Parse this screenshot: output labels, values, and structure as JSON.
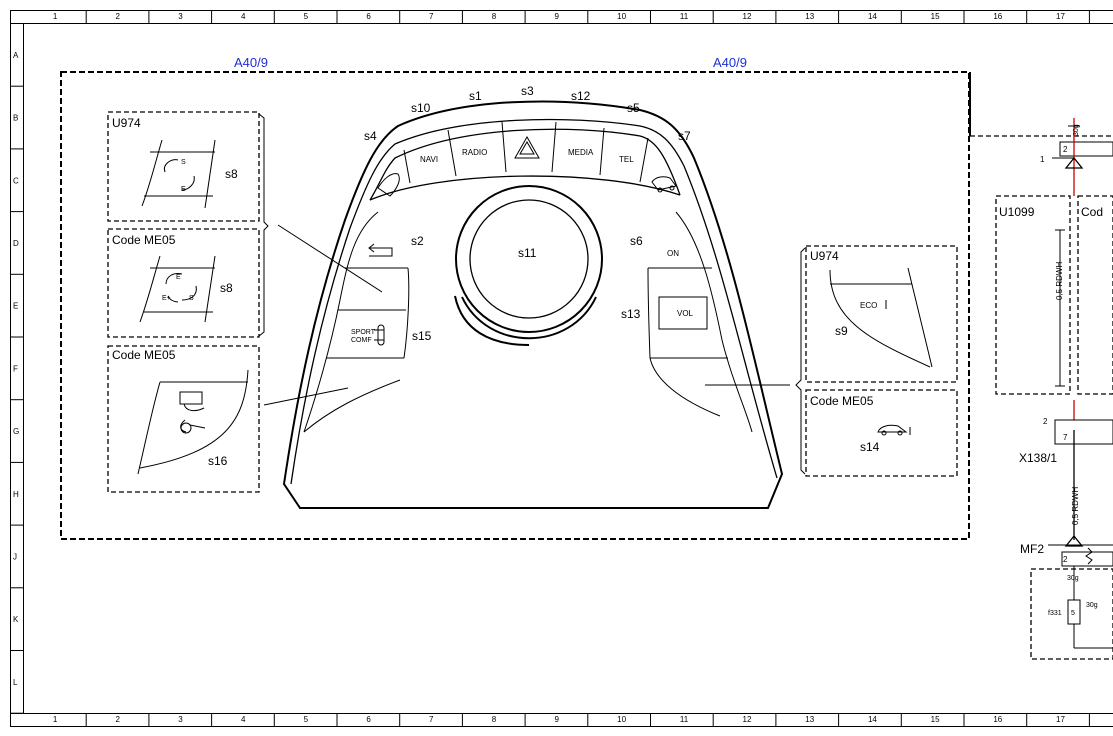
{
  "ruler": {
    "columns": [
      "1",
      "2",
      "3",
      "4",
      "5",
      "6",
      "7",
      "8",
      "9",
      "10",
      "11",
      "12",
      "13",
      "14",
      "15",
      "16",
      "17"
    ],
    "rows": [
      "A",
      "B",
      "C",
      "D",
      "E",
      "F",
      "G",
      "H",
      "J",
      "K",
      "L"
    ]
  },
  "component": {
    "ref_left": "A40/9",
    "ref_right": "A40/9"
  },
  "buttons": {
    "s1": "s1",
    "s2": "s2",
    "s3": "s3",
    "s4": "s4",
    "s5": "s5",
    "s6": "s6",
    "s7": "s7",
    "s10": "s10",
    "s11": "s11",
    "s12": "s12",
    "s13": "s13",
    "s15": "s15"
  },
  "top_buttons": {
    "navi": "NAVI",
    "radio": "RADIO",
    "media": "MEDIA",
    "tel": "TEL"
  },
  "side_buttons": {
    "on": "ON",
    "vol": "VOL",
    "sport": "SPORT",
    "comf": "COMF"
  },
  "insets": {
    "u974_left": {
      "code": "U974",
      "item": "s8",
      "s": "S",
      "e": "E"
    },
    "me05_left": {
      "code": "Code ME05",
      "item": "s8",
      "e1": "E",
      "e2": "E+",
      "s": "S"
    },
    "me05_battery": {
      "code": "Code ME05",
      "item": "s16"
    },
    "u974_right": {
      "code": "U974",
      "item": "s9",
      "eco": "ECO"
    },
    "me05_right": {
      "code": "Code ME05",
      "item": "s14"
    }
  },
  "wiring": {
    "pin_2a": "2",
    "pin_1": "1",
    "sig_30g_a": "30g",
    "u1099": "U1099",
    "code_trunc": "Cod",
    "wire_1": "0,5 RDWH",
    "pin_2b": "2",
    "pin_7": "7",
    "x138": "X138/1",
    "wire_2": "0,5 RDWH",
    "mf2": "MF2",
    "pin_2c": "2",
    "sig_30g_b": "30g",
    "sig_30g_c": "30g",
    "fuse": "f331",
    "fuse_no": "5"
  }
}
